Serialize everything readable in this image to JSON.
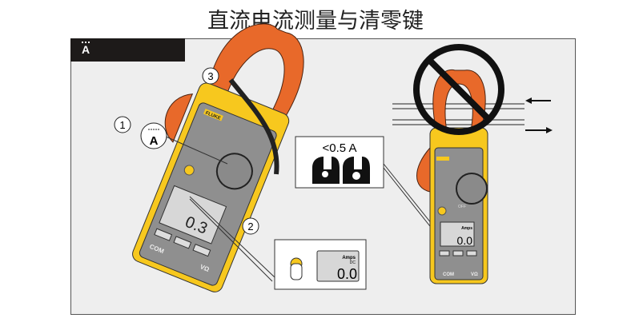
{
  "title": "直流电流测量与清零键",
  "mode_label": "A",
  "callouts": [
    "1",
    "2",
    "3"
  ],
  "dial_symbol": "A",
  "threshold": "<0.5 A",
  "meter": {
    "brand": "FLUKE",
    "left_reading": "0.3",
    "zero_reading": "0.0",
    "unit": "Amps",
    "unit_sub": "DC",
    "terminal_com": "COM",
    "terminal_v": "VΩ",
    "off_label": "OFF"
  },
  "colors": {
    "jaw": "#e8692a",
    "body": "#f7c81e",
    "face": "#8f8f8f",
    "lcd": "#d7d7d7",
    "frame_bg": "#eeeeee",
    "tag_bg": "#1d1a19"
  }
}
